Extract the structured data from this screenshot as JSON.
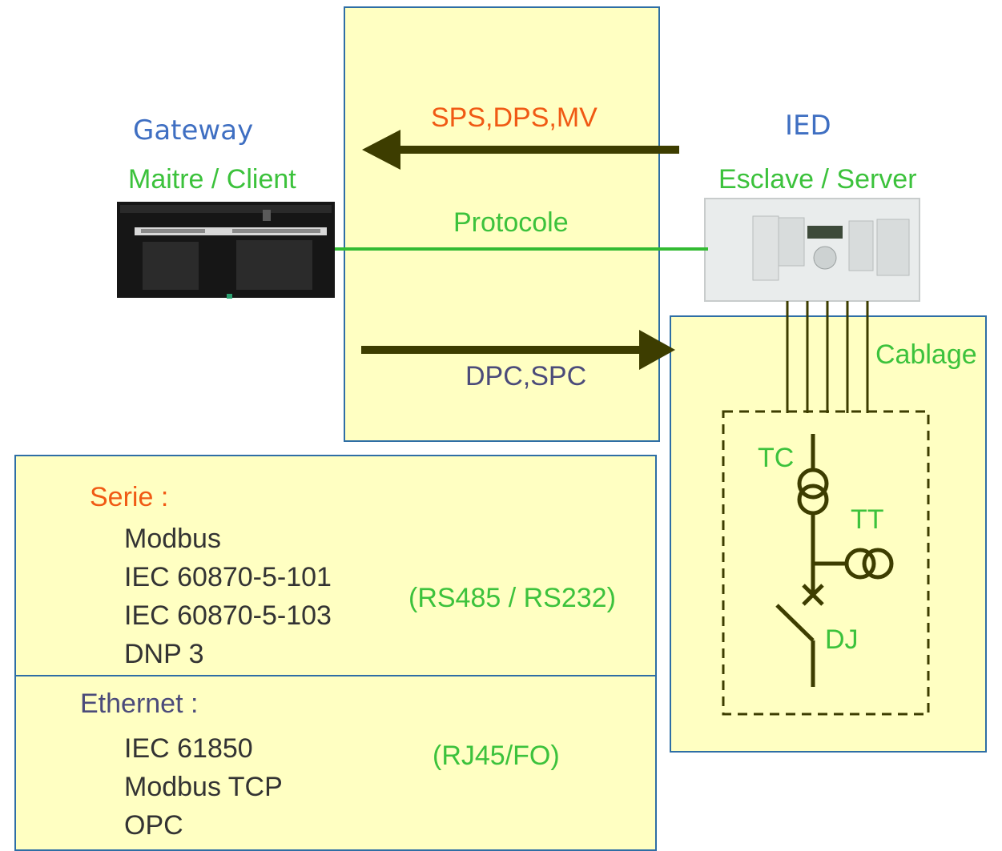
{
  "gateway": {
    "title": "Gateway",
    "role": "Maitre / Client"
  },
  "ied": {
    "title": "IED",
    "role": "Esclave / Server"
  },
  "flows": {
    "upstream": "SPS,DPS,MV",
    "protocol": "Protocole",
    "downstream": "DPC,SPC"
  },
  "wiring": {
    "label": "Cablage",
    "tc": "TC",
    "tt": "TT",
    "dj": "DJ"
  },
  "serial": {
    "title": "Serie :",
    "protocols": [
      "Modbus",
      "IEC 60870-5-101",
      "IEC 60870-5-103",
      "DNP 3"
    ],
    "media": "(RS485 / RS232)"
  },
  "ethernet": {
    "title": "Ethernet :",
    "protocols": [
      "IEC 61850",
      "Modbus TCP",
      "OPC"
    ],
    "media": "(RJ45/FO)"
  },
  "colors": {
    "panel": "#ffffc2",
    "border": "#2e6ea5",
    "arrow": "#3d3d00",
    "protocol_line": "#33bb33"
  }
}
